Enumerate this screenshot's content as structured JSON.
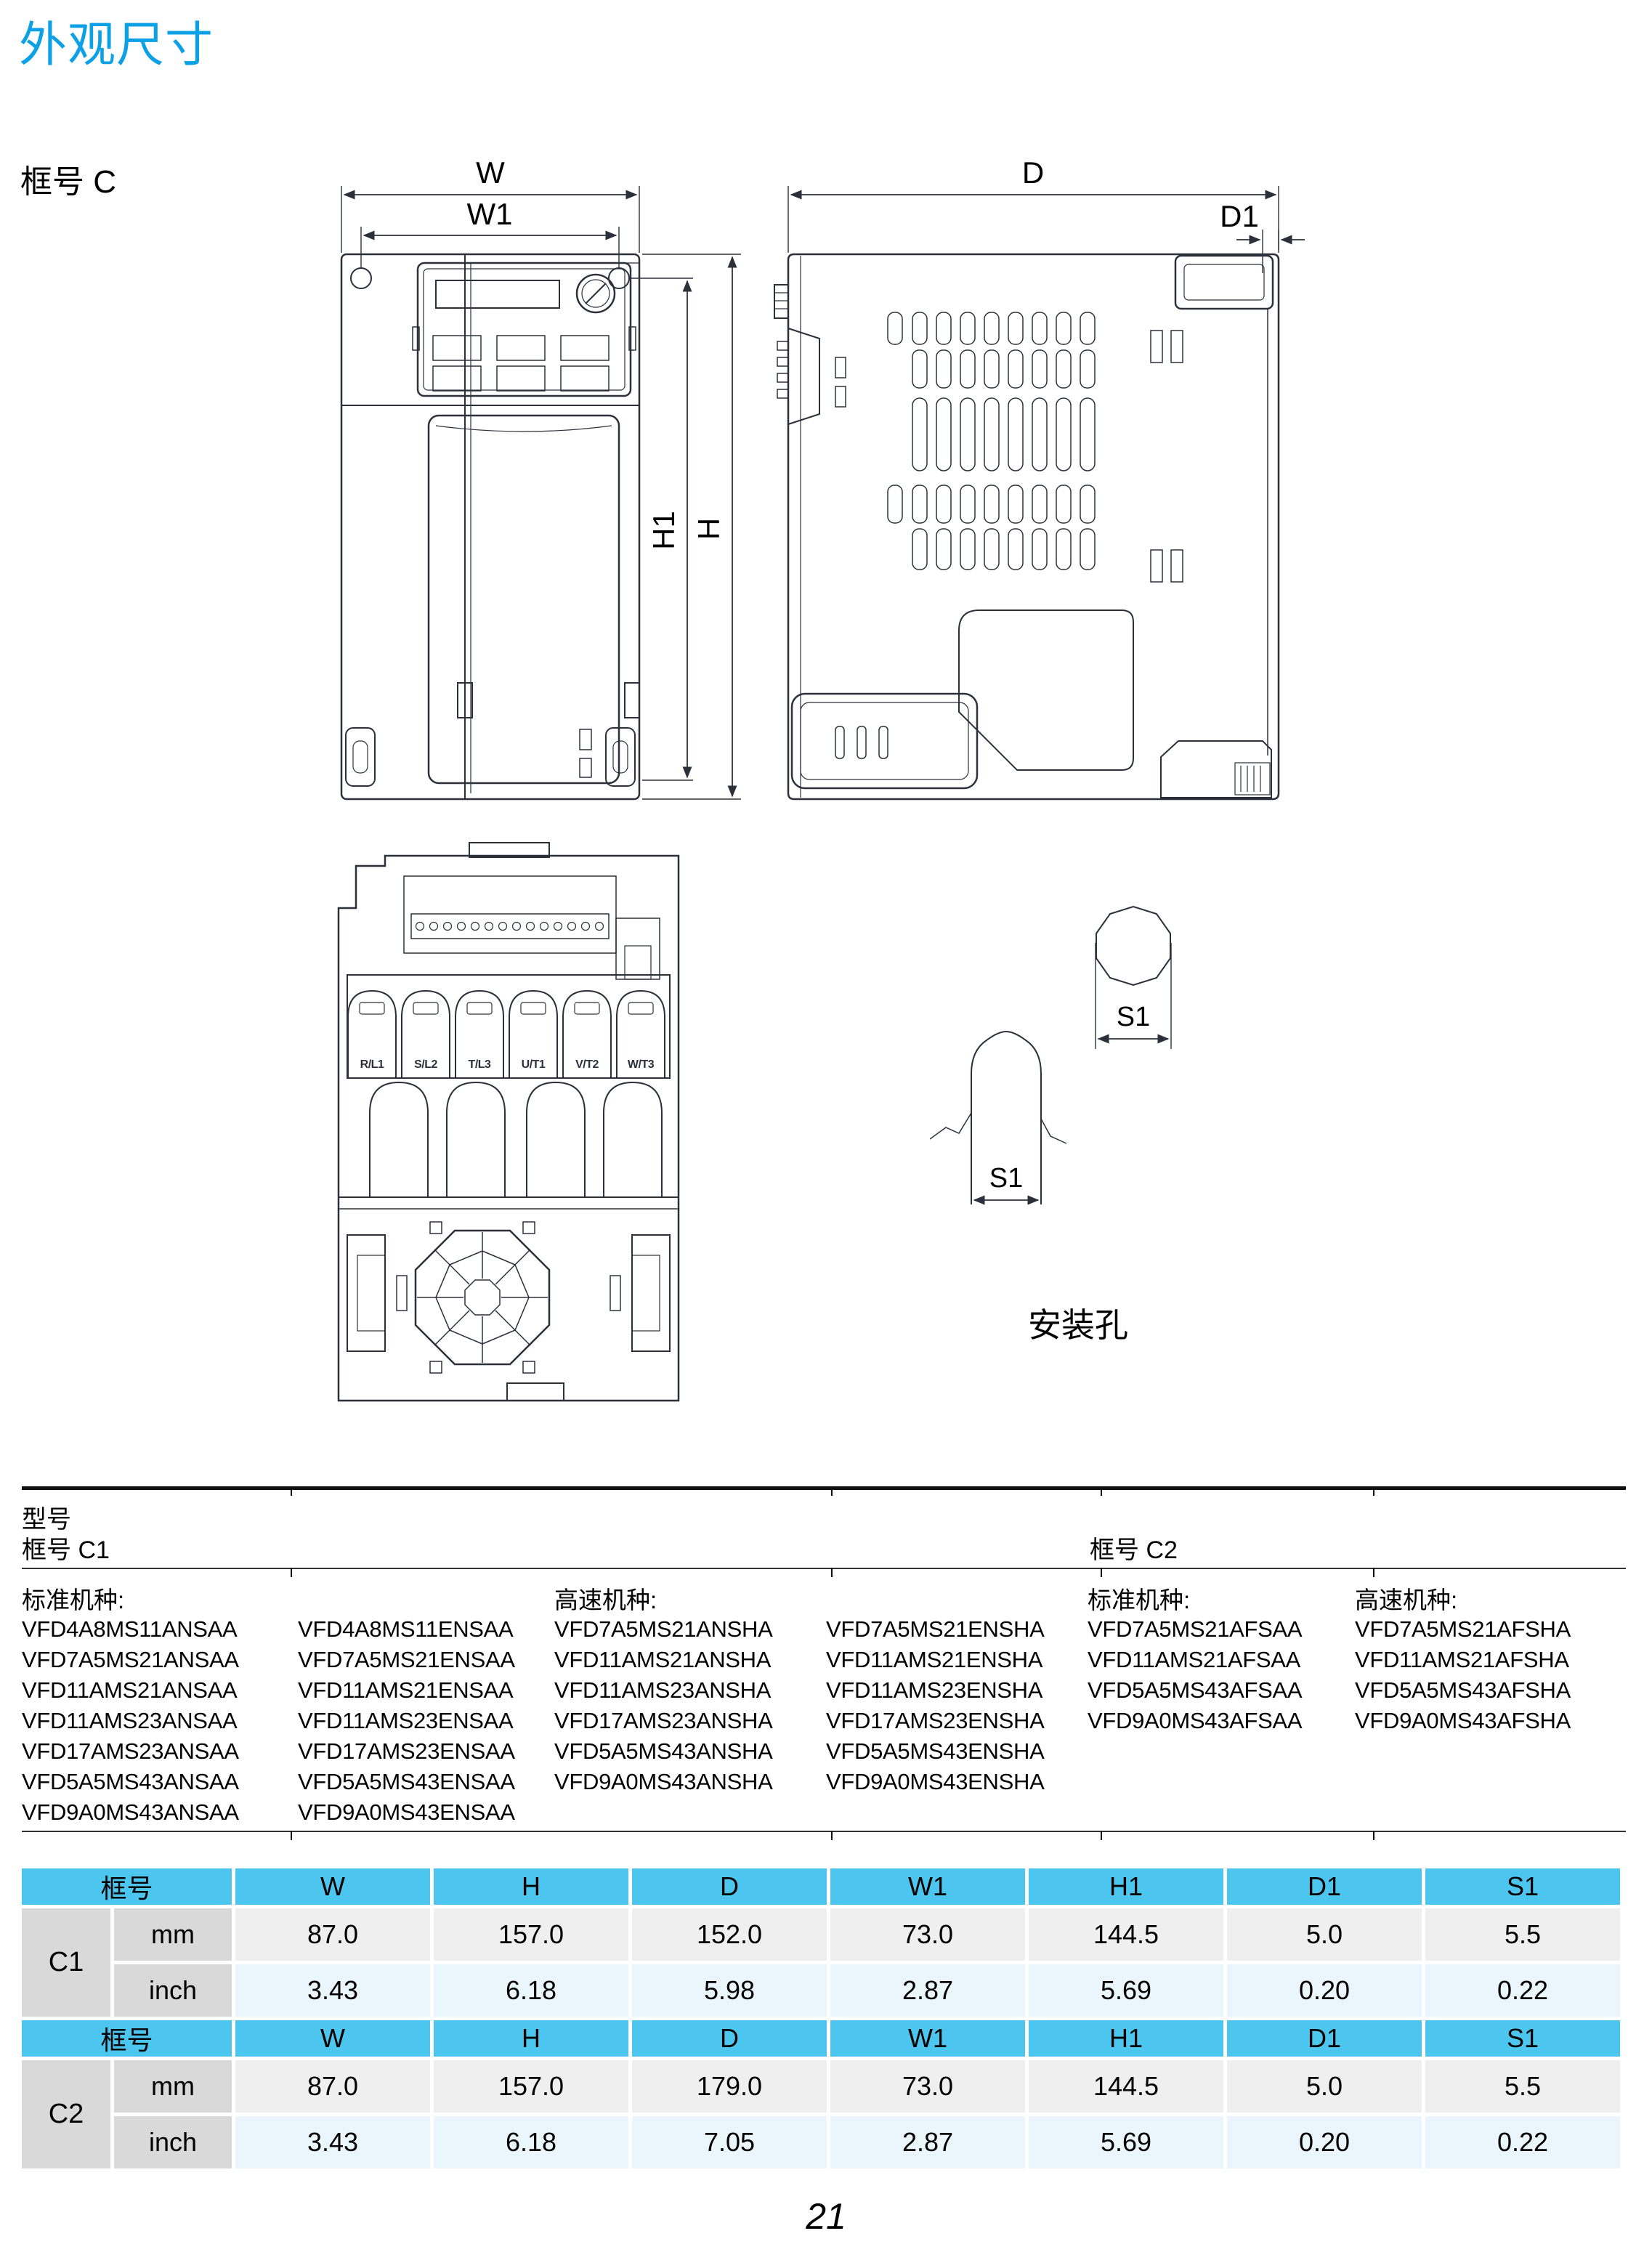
{
  "theme": {
    "accent": "#0CA0E6",
    "thead": "#4DC6EF",
    "cellgray": "#D9D9D9",
    "rowgray": "#EFEFEF",
    "rowblue": "#EAF5FC",
    "ink": "#2b303a"
  },
  "page": {
    "title": "外观尺寸",
    "frame_heading": "框号 C",
    "page_number": "21"
  },
  "drawings": {
    "front": {
      "dim_w": "W",
      "dim_w1": "W1",
      "dim_h1": "H1",
      "dim_h": "H"
    },
    "side": {
      "dim_d": "D",
      "dim_d1": "D1"
    },
    "bottom": {
      "terminals": [
        "R/L1",
        "S/L2",
        "T/L3",
        "U/T1",
        "V/T2",
        "W/T3"
      ]
    },
    "mount": {
      "s1_circle": "S1",
      "s1_slot": "S1",
      "caption": "安装孔"
    }
  },
  "models": {
    "section_title": "型号",
    "c1_heading": "框号 C1",
    "c2_heading": "框号 C2",
    "standard_label": "标准机种:",
    "highspeed_label": "高速机种:",
    "c1_standard_col1": [
      "VFD4A8MS11ANSAA",
      "VFD7A5MS21ANSAA",
      "VFD11AMS21ANSAA",
      "VFD11AMS23ANSAA",
      "VFD17AMS23ANSAA",
      "VFD5A5MS43ANSAA",
      "VFD9A0MS43ANSAA"
    ],
    "c1_standard_col2": [
      "VFD4A8MS11ENSAA",
      "VFD7A5MS21ENSAA",
      "VFD11AMS21ENSAA",
      "VFD11AMS23ENSAA",
      "VFD17AMS23ENSAA",
      "VFD5A5MS43ENSAA",
      "VFD9A0MS43ENSAA"
    ],
    "c1_highspeed_col1": [
      "VFD7A5MS21ANSHA",
      "VFD11AMS21ANSHA",
      "VFD11AMS23ANSHA",
      "VFD17AMS23ANSHA",
      "VFD5A5MS43ANSHA",
      "VFD9A0MS43ANSHA"
    ],
    "c1_highspeed_col2": [
      "VFD7A5MS21ENSHA",
      "VFD11AMS21ENSHA",
      "VFD11AMS23ENSHA",
      "VFD17AMS23ENSHA",
      "VFD5A5MS43ENSHA",
      "VFD9A0MS43ENSHA"
    ],
    "c2_standard": [
      "VFD7A5MS21AFSAA",
      "VFD11AMS21AFSAA",
      "VFD5A5MS43AFSAA",
      "VFD9A0MS43AFSAA"
    ],
    "c2_highspeed": [
      "VFD7A5MS21AFSHA",
      "VFD11AMS21AFSHA",
      "VFD5A5MS43AFSHA",
      "VFD9A0MS43AFSHA"
    ]
  },
  "dim_table": {
    "frame_header": "框号",
    "cols": [
      "W",
      "H",
      "D",
      "W1",
      "H1",
      "D1",
      "S1"
    ],
    "unit_mm": "mm",
    "unit_inch": "inch",
    "groups": [
      {
        "label": "C1",
        "mm": [
          "87.0",
          "157.0",
          "152.0",
          "73.0",
          "144.5",
          "5.0",
          "5.5"
        ],
        "inch": [
          "3.43",
          "6.18",
          "5.98",
          "2.87",
          "5.69",
          "0.20",
          "0.22"
        ]
      },
      {
        "label": "C2",
        "mm": [
          "87.0",
          "157.0",
          "179.0",
          "73.0",
          "144.5",
          "5.0",
          "5.5"
        ],
        "inch": [
          "3.43",
          "6.18",
          "7.05",
          "2.87",
          "5.69",
          "0.20",
          "0.22"
        ]
      }
    ]
  }
}
